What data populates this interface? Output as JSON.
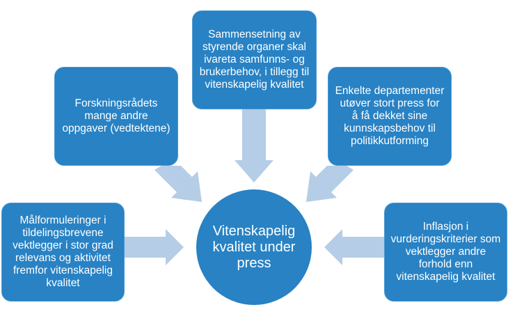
{
  "colors": {
    "box": "#2882c4",
    "arrow": "#b5cde6"
  },
  "center": {
    "text": "Vitenskapelig\nkvalitet under\npress"
  },
  "boxes": {
    "top": "Sammensetning av\nstyrende organer skal\nivareta samfunns- og\nbrukerbehov, i tillegg til\nvitenskapelig kvalitet",
    "top_left": "Forskningsrådets\nmange andre\noppgaver (vedtektene)",
    "top_right": "Enkelte departementer\nutøver stort press  for\nå få dekket sine\nkunnskapsbehov til\npolitikkutforming",
    "left": "Målformuleringer i\ntildelingsbrevene\nvektlegger i stor grad\nrelevans og aktivitet\nfremfor vitenskapelig\nkvalitet",
    "right": "Inflasjon i\nvurderingskriterier som\nvektlegger andre\nforhold enn\nvitenskapelig kvalitet"
  }
}
